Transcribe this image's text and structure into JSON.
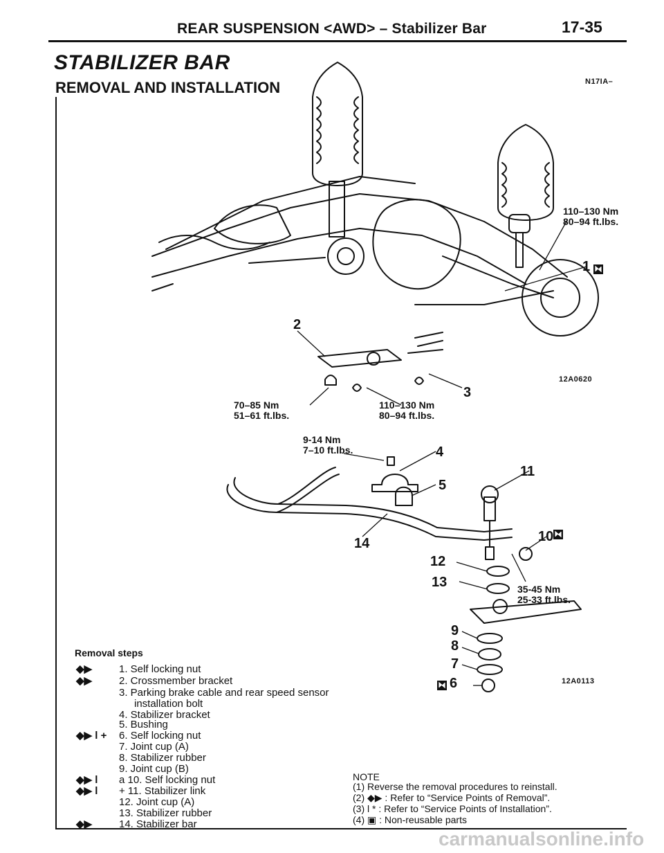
{
  "header": {
    "title": "REAR SUSPENSION <AWD> – Stabilizer Bar",
    "page_number": "17-35"
  },
  "section": {
    "title": "STABILIZER BAR",
    "subtitle": "REMOVAL AND INSTALLATION"
  },
  "figure1": {
    "ref_code": "N17IA–",
    "image_code": "12A0620",
    "callouts": [
      "1",
      "2",
      "3"
    ],
    "torque_top_right": [
      "110–130 Nm",
      "80–94 ft.lbs."
    ],
    "torque_left": [
      "70–85 Nm",
      "51–61 ft.lbs."
    ],
    "torque_center": [
      "110–130 Nm",
      "80–94 ft.lbs."
    ]
  },
  "figure2": {
    "image_code": "12A0113",
    "callouts": [
      "4",
      "5",
      "6",
      "7",
      "8",
      "9",
      "10",
      "11",
      "12",
      "13",
      "14"
    ],
    "torque_top": [
      "9-14 Nm",
      "7–10 ft.lbs."
    ],
    "torque_right": [
      "35-45 Nm",
      "25-33 ft.lbs."
    ]
  },
  "removal": {
    "heading": "Removal steps",
    "steps": [
      {
        "marks": "◆▶",
        "text": "1. Self locking nut"
      },
      {
        "marks": "◆▶",
        "text": "2. Crossmember bracket"
      },
      {
        "marks": "",
        "text": "3. Parking brake cable and rear speed sensor"
      },
      {
        "marks": "",
        "text": "installation  bolt"
      },
      {
        "marks": "",
        "text": "4.  Stabilizer  bracket"
      },
      {
        "marks": "",
        "text": "5. Bushing"
      },
      {
        "marks": "◆▶  l  +",
        "text": "6. Self locking nut"
      },
      {
        "marks": "",
        "text": "7. Joint cup (A)"
      },
      {
        "marks": "",
        "text": "8. Stabilizer  rubber"
      },
      {
        "marks": "",
        "text": "9. Joint cup (B)"
      },
      {
        "marks": "◆▶   l",
        "text": "a 10. Self locking nut"
      },
      {
        "marks": "◆▶  l",
        "text": "+ 11. Stabilizer link"
      },
      {
        "marks": "",
        "text": "12. Joint cup (A)"
      },
      {
        "marks": "",
        "text": "13.  Stabilizer  rubber"
      },
      {
        "marks": "◆▶",
        "text": "14.  Stabilizer bar"
      }
    ]
  },
  "note": {
    "heading": "NOTE",
    "lines": [
      "(1)  Reverse  the  removal  procedures  to  reinstall.",
      "(2) ◆▶ :  Refer  to  “Service  Points  of  Removal”.",
      "(3) l    * :  Refer  to  “Service  Points  of  Installation”.",
      "(4) ▣ :  Non-reusable  parts"
    ]
  },
  "watermark": "carmanualsonline.info",
  "colors": {
    "ink": "#111111",
    "watermark": "#c8c8c8",
    "paper": "#ffffff"
  }
}
